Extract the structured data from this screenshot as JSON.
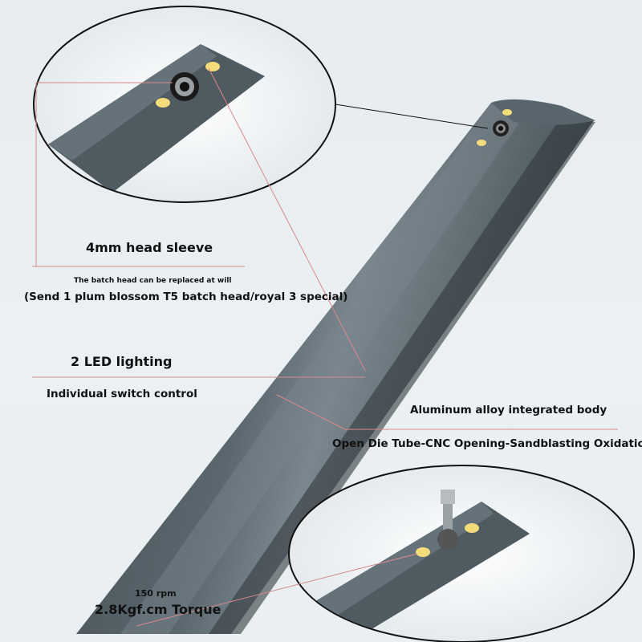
{
  "annotations": {
    "head_sleeve_title": "4mm head sleeve",
    "head_sleeve_note": "The batch head can be replaced at will",
    "head_sleeve_detail": "(Send 1 plum blossom T5 batch head/royal 3 special)",
    "led_title": "2 LED lighting",
    "led_detail": "Individual switch control",
    "body_title": "Aluminum alloy integrated body",
    "body_detail": "Open Die Tube-CNC Opening-Sandblasting Oxidation",
    "speed": "150 rpm",
    "torque": "2.8Kgf.cm Torque"
  },
  "colors": {
    "body": "#4a555c",
    "body_highlight": "#6d7a82",
    "led": "#f4dc7a",
    "leader_line": "#d88a8a"
  },
  "icons": [
    "screwdriver-bit-socket-icon",
    "led-lamp-icon"
  ]
}
